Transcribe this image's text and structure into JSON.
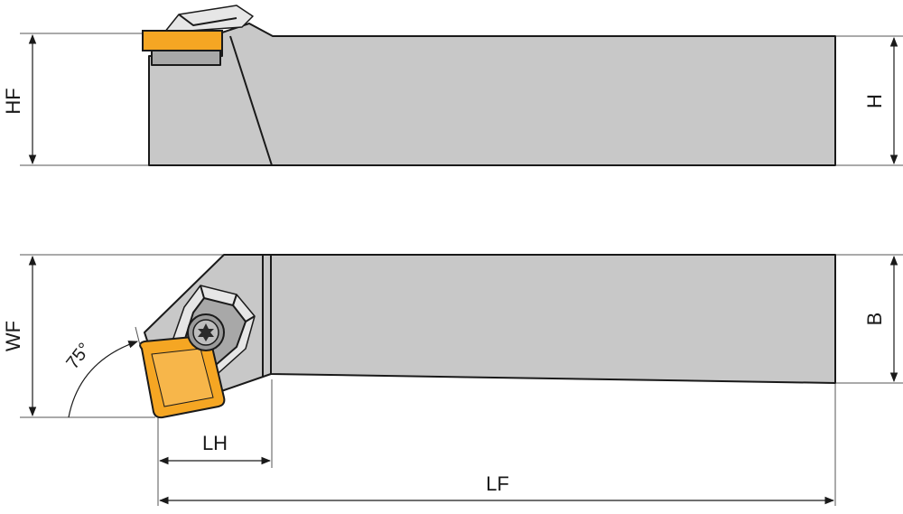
{
  "colors": {
    "holder_body": "#c8c8c8",
    "insert": "#f5a623",
    "outline": "#1a1a1a",
    "background": "#ffffff"
  },
  "dimensions": {
    "hf": "HF",
    "h": "H",
    "wf": "WF",
    "b": "B",
    "lh": "LH",
    "lf": "LF",
    "angle": "75°"
  }
}
